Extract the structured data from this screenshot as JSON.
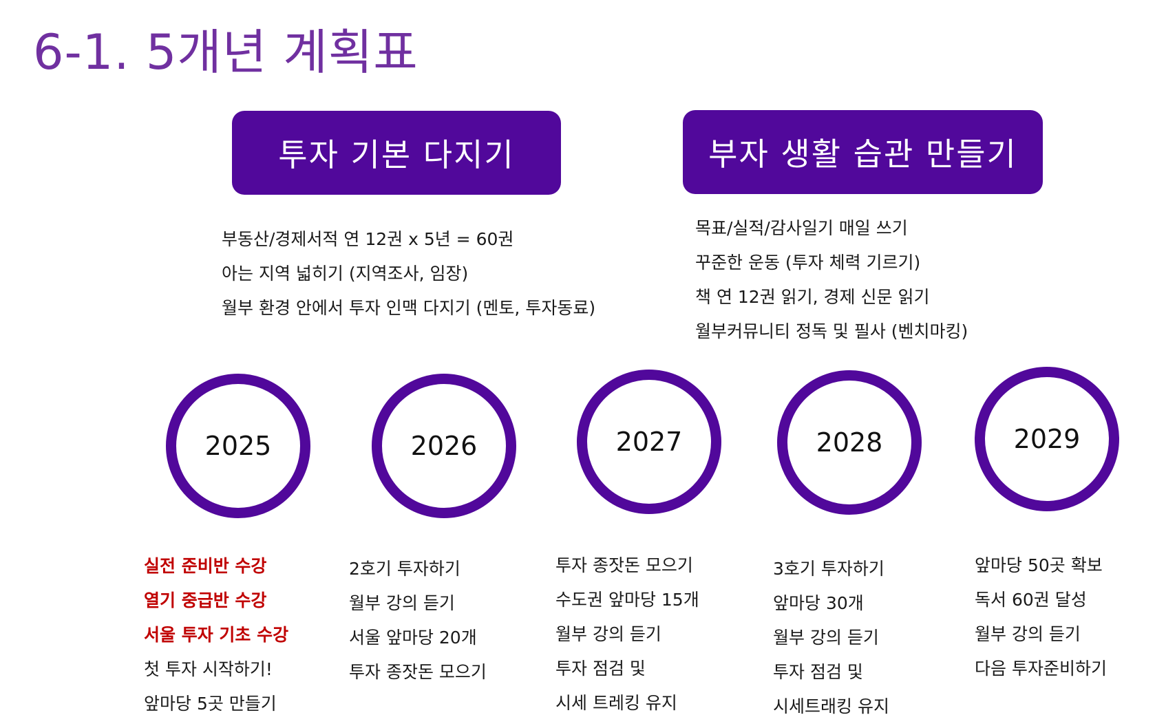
{
  "title": "6-1. 5개년 계획표",
  "themes": {
    "left": {
      "label": "투자 기본 다지기",
      "goals": [
        "부동산/경제서적 연 12권 x 5년 = 60권",
        "아는 지역 넓히기 (지역조사, 임장)",
        "월부 환경 안에서 투자 인맥 다지기 (멘토, 투자동료)"
      ]
    },
    "right": {
      "label": "부자 생활 습관 만들기",
      "goals": [
        "목표/실적/감사일기 매일 쓰기",
        "꾸준한 운동 (투자 체력 기르기)",
        "책 연 12권 읽기, 경제 신문 읽기",
        "월부커뮤니티 정독 및 필사 (벤치마킹)"
      ]
    }
  },
  "years": [
    {
      "year": "2025",
      "tasks": [
        {
          "text": "실전 준비반 수강",
          "highlight": true
        },
        {
          "text": "열기 중급반 수강",
          "highlight": true
        },
        {
          "text": "서울 투자 기초 수강",
          "highlight": true
        },
        {
          "text": "첫 투자 시작하기!",
          "highlight": false
        },
        {
          "text": "앞마당 5곳 만들기",
          "highlight": false
        }
      ]
    },
    {
      "year": "2026",
      "tasks": [
        {
          "text": "2호기 투자하기",
          "highlight": false
        },
        {
          "text": "월부 강의 듣기",
          "highlight": false
        },
        {
          "text": "서울 앞마당 20개",
          "highlight": false
        },
        {
          "text": "투자 종잣돈 모으기",
          "highlight": false
        }
      ]
    },
    {
      "year": "2027",
      "tasks": [
        {
          "text": "투자 종잣돈 모으기",
          "highlight": false
        },
        {
          "text": "수도권 앞마당 15개",
          "highlight": false
        },
        {
          "text": "월부 강의 듣기",
          "highlight": false
        },
        {
          "text": "투자 점검 및",
          "highlight": false
        },
        {
          "text": "시세 트레킹 유지",
          "highlight": false
        }
      ]
    },
    {
      "year": "2028",
      "tasks": [
        {
          "text": "3호기 투자하기",
          "highlight": false
        },
        {
          "text": "앞마당 30개",
          "highlight": false
        },
        {
          "text": "월부 강의 듣기",
          "highlight": false
        },
        {
          "text": "투자 점검 및",
          "highlight": false
        },
        {
          "text": "시세트래킹 유지",
          "highlight": false
        }
      ]
    },
    {
      "year": "2029",
      "tasks": [
        {
          "text": "앞마당 50곳 확보",
          "highlight": false
        },
        {
          "text": "독서 60권 달성",
          "highlight": false
        },
        {
          "text": "월부 강의 듣기",
          "highlight": false
        },
        {
          "text": "다음 투자준비하기",
          "highlight": false
        }
      ]
    }
  ],
  "colors": {
    "title": "#7030a0",
    "accent": "#51089b",
    "highlight": "#c00000"
  }
}
